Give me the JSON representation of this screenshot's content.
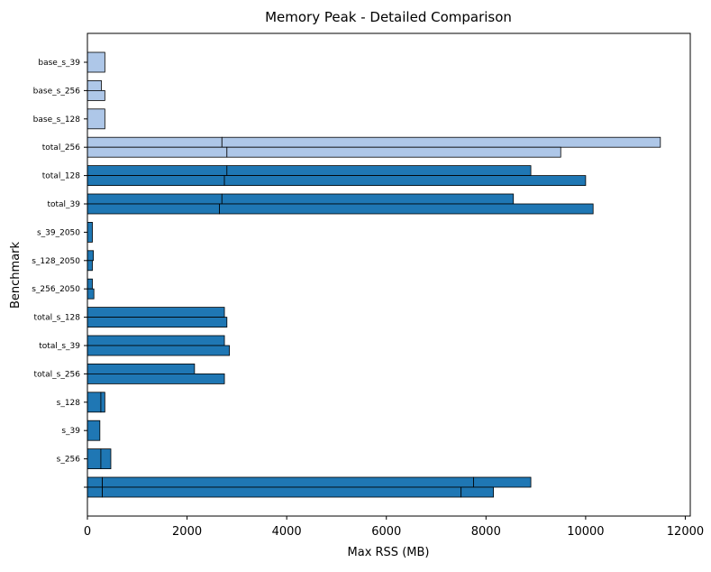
{
  "chart_data": {
    "type": "bar",
    "orientation": "horizontal",
    "title": "Memory Peak - Detailed Comparison",
    "xlabel": "Max RSS (MB)",
    "ylabel": "Benchmark",
    "xlim": [
      0,
      12100
    ],
    "xticks": [
      0,
      2000,
      4000,
      6000,
      8000,
      10000,
      12000
    ],
    "grid": false,
    "legend": "none",
    "colors": {
      "light": "#aec7e8",
      "dark": "#1f77b4",
      "edge": "#000000"
    },
    "categories": [
      "base_s_39",
      "base_s_256",
      "base_s_128",
      "total_256",
      "total_128",
      "total_39",
      "s_39_2050",
      "s_128_2050",
      "s_256_2050",
      "total_s_128",
      "total_s_39",
      "total_s_256",
      "s_128",
      "s_39",
      "s_256",
      ""
    ],
    "bars": [
      {
        "category": "base_s_39",
        "color": "light",
        "segments": [
          [
            0,
            350
          ]
        ]
      },
      {
        "category": "base_s_256",
        "color": "light",
        "segments": [
          [
            0,
            280
          ]
        ],
        "half": "top"
      },
      {
        "category": "base_s_256",
        "color": "light",
        "segments": [
          [
            0,
            350
          ]
        ],
        "half": "bottom"
      },
      {
        "category": "base_s_128",
        "color": "light",
        "segments": [
          [
            0,
            350
          ]
        ]
      },
      {
        "category": "total_256",
        "color": "light",
        "segments": [
          [
            0,
            2700
          ],
          [
            2700,
            11500
          ]
        ],
        "half": "top"
      },
      {
        "category": "total_256",
        "color": "light",
        "segments": [
          [
            0,
            2800
          ],
          [
            2800,
            9500
          ]
        ],
        "half": "bottom"
      },
      {
        "category": "total_128",
        "color": "dark",
        "segments": [
          [
            0,
            2800
          ],
          [
            2800,
            8900
          ]
        ],
        "half": "top"
      },
      {
        "category": "total_128",
        "color": "dark",
        "segments": [
          [
            0,
            2750
          ],
          [
            2750,
            10000
          ]
        ],
        "half": "bottom"
      },
      {
        "category": "total_39",
        "color": "dark",
        "segments": [
          [
            0,
            2700
          ],
          [
            2700,
            8550
          ]
        ],
        "half": "top"
      },
      {
        "category": "total_39",
        "color": "dark",
        "segments": [
          [
            0,
            2650
          ],
          [
            2650,
            10150
          ]
        ],
        "half": "bottom"
      },
      {
        "category": "s_39_2050",
        "color": "dark",
        "segments": [
          [
            0,
            100
          ]
        ]
      },
      {
        "category": "s_128_2050",
        "color": "dark",
        "segments": [
          [
            0,
            120
          ]
        ],
        "half": "top"
      },
      {
        "category": "s_128_2050",
        "color": "dark",
        "segments": [
          [
            0,
            100
          ]
        ],
        "half": "bottom"
      },
      {
        "category": "s_256_2050",
        "color": "dark",
        "segments": [
          [
            0,
            100
          ]
        ],
        "half": "top"
      },
      {
        "category": "s_256_2050",
        "color": "dark",
        "segments": [
          [
            0,
            130
          ]
        ],
        "half": "bottom"
      },
      {
        "category": "total_s_128",
        "color": "dark",
        "segments": [
          [
            0,
            2750
          ]
        ],
        "half": "top"
      },
      {
        "category": "total_s_128",
        "color": "dark",
        "segments": [
          [
            0,
            2800
          ]
        ],
        "half": "bottom"
      },
      {
        "category": "total_s_39",
        "color": "dark",
        "segments": [
          [
            0,
            2750
          ]
        ],
        "half": "top"
      },
      {
        "category": "total_s_39",
        "color": "dark",
        "segments": [
          [
            0,
            2850
          ]
        ],
        "half": "bottom"
      },
      {
        "category": "total_s_256",
        "color": "dark",
        "segments": [
          [
            0,
            2150
          ]
        ],
        "half": "top"
      },
      {
        "category": "total_s_256",
        "color": "dark",
        "segments": [
          [
            0,
            2750
          ]
        ],
        "half": "bottom"
      },
      {
        "category": "s_128",
        "color": "dark",
        "segments": [
          [
            0,
            270
          ],
          [
            270,
            350
          ]
        ]
      },
      {
        "category": "s_39",
        "color": "dark",
        "segments": [
          [
            0,
            250
          ]
        ]
      },
      {
        "category": "s_256",
        "color": "dark",
        "segments": [
          [
            0,
            270
          ],
          [
            270,
            470
          ]
        ]
      },
      {
        "category": "",
        "color": "dark",
        "segments": [
          [
            0,
            300
          ],
          [
            300,
            7750
          ],
          [
            7750,
            8900
          ]
        ],
        "half": "top"
      },
      {
        "category": "",
        "color": "dark",
        "segments": [
          [
            0,
            300
          ],
          [
            300,
            7500
          ],
          [
            7500,
            8150
          ]
        ],
        "half": "bottom"
      }
    ]
  }
}
